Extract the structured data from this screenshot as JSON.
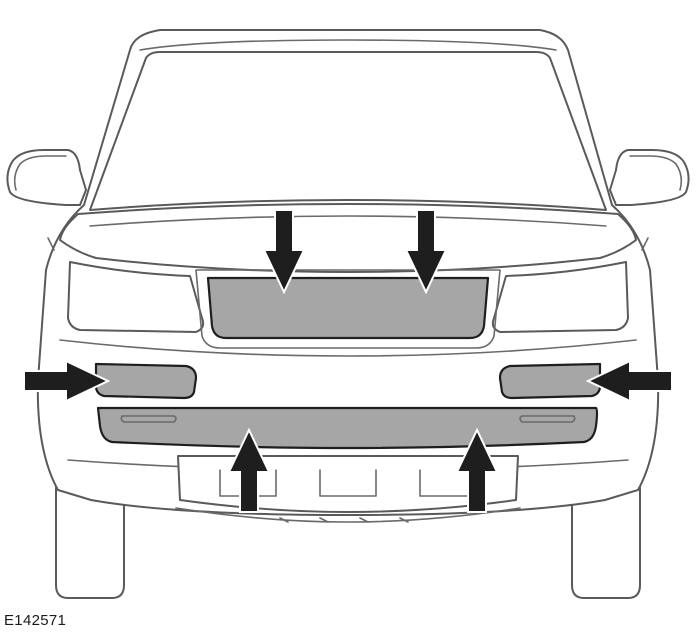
{
  "figure_id": "E142571",
  "colors": {
    "background": "#ffffff",
    "line": "#5a5a5a",
    "highlight_zone": "#a6a6a6",
    "arrow": "#1e1e1e"
  },
  "highlighted_zones": [
    "upper-grille",
    "left-fog-lamp-surround",
    "right-fog-lamp-surround",
    "lower-grille"
  ],
  "arrow_count": 6
}
